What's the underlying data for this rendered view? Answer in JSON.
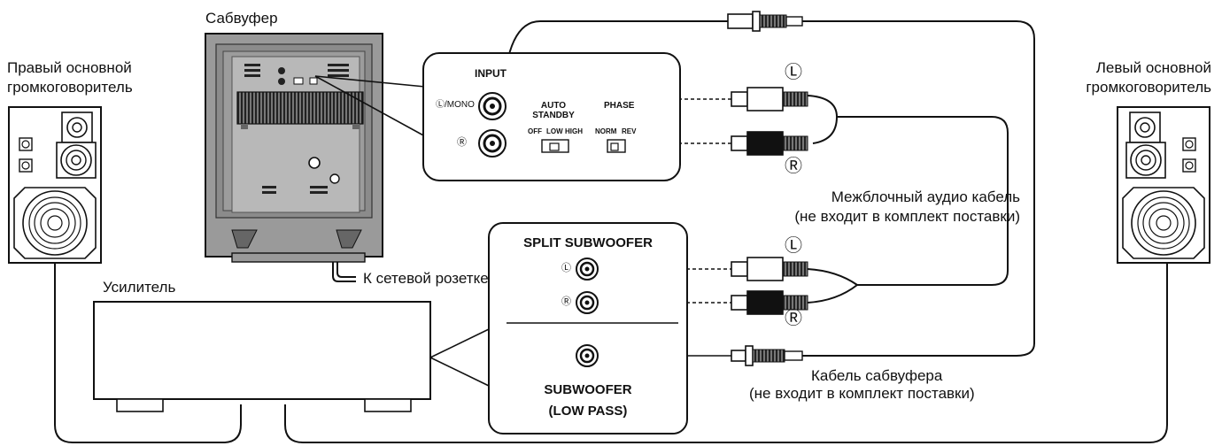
{
  "labels": {
    "subwoofer": "Сабвуфер",
    "right_speaker_line1": "Правый основной",
    "right_speaker_line2": "громкоговоритель",
    "left_speaker_line1": "Левый основной",
    "left_speaker_line2": "громкоговоритель",
    "amplifier": "Усилитель",
    "power_outlet": "К сетевой  розетке",
    "interconnect_cable_line1": "Межблочный аудио кабель",
    "interconnect_cable_line2": "(не входит в комплект поставки)",
    "subwoofer_cable_line1": "Кабель сабвуфера",
    "subwoofer_cable_line2": "(не входит в комплект поставки)"
  },
  "subwoofer_panel": {
    "input": "INPUT",
    "l_mono": "Ⓛ/MONO",
    "r": "Ⓡ",
    "auto_standby_line1": "AUTO",
    "auto_standby_line2": "STANDBY",
    "phase": "PHASE",
    "off": "OFF",
    "low": "LOW",
    "high": "HIGH",
    "norm": "NORM",
    "rev": "REV"
  },
  "amp_panel": {
    "split_subwoofer": "SPLIT SUBWOOFER",
    "l": "Ⓛ",
    "r": "Ⓡ",
    "subwoofer_line1": "SUBWOOFER",
    "subwoofer_line2": "(LOW PASS)"
  },
  "plug_markers": {
    "l_top": "Ⓛ",
    "r_top": "Ⓡ",
    "l_bottom": "Ⓛ",
    "r_bottom": "Ⓡ"
  },
  "colors": {
    "line": "#111111",
    "panel_gray": "#8a8a8a",
    "panel_dark": "#555555",
    "speaker_fill": "#ffffff"
  }
}
